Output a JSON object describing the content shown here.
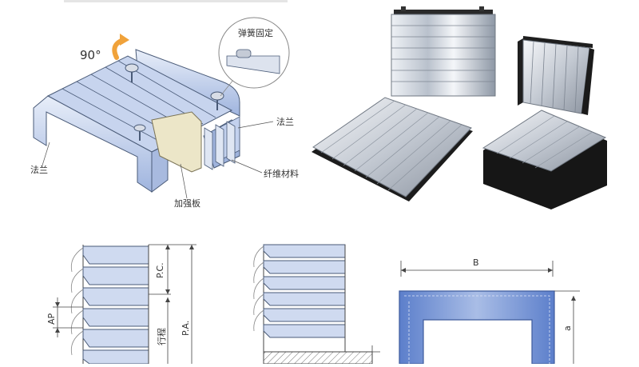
{
  "explode": {
    "angle_label": "90°",
    "callout_label": "弹簧固定",
    "label_flange_right": "法兰",
    "label_flange_left": "法兰",
    "label_fiber": "纤维材料",
    "label_plate": "加强板"
  },
  "section_a": {
    "pc_label": "P.C.",
    "pa_label": "P.A.",
    "ap_label": "AP",
    "stroke_label": "行程"
  },
  "section_c": {
    "b_label": "B",
    "a_label": "a"
  },
  "colors": {
    "steel_blue": "#aebfe0",
    "steel_light": "#e6edf8",
    "outline": "#4a5b78",
    "frame_blue": "#6f8fcf",
    "plate_cream": "#ece6c8",
    "arrow_orange": "#f0a23a"
  }
}
